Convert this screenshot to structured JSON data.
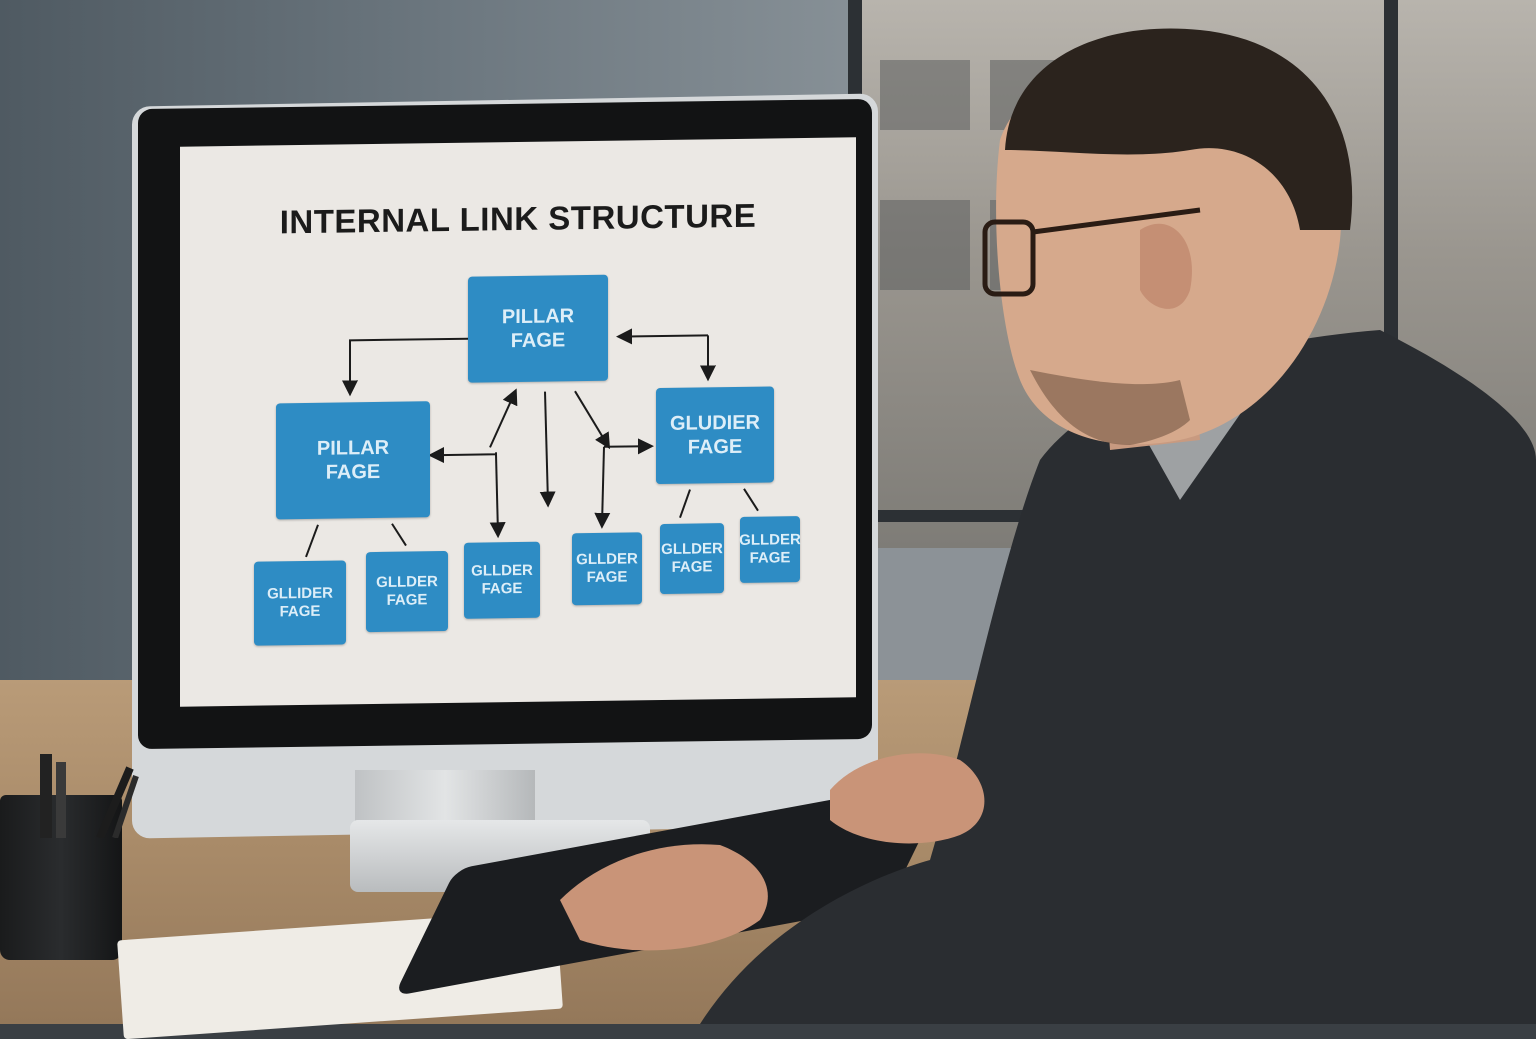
{
  "screen": {
    "title": "INTERNAL LINK STRUCTURE",
    "nodes": [
      {
        "id": "top-pillar",
        "line1": "PILLAR",
        "line2": "FAGE"
      },
      {
        "id": "left-pillar",
        "line1": "PILLAR",
        "line2": "FAGE"
      },
      {
        "id": "right-hub",
        "line1": "GLUDIER",
        "line2": "FAGE"
      },
      {
        "id": "child-1",
        "line1": "GLLIDER",
        "line2": "FAGE"
      },
      {
        "id": "child-2",
        "line1": "GLLDER",
        "line2": "FAGE"
      },
      {
        "id": "child-3",
        "line1": "GLLDER",
        "line2": "FAGE"
      },
      {
        "id": "child-4",
        "line1": "GLLDER",
        "line2": "FAGE"
      },
      {
        "id": "child-5",
        "line1": "GLLDER",
        "line2": "FAGE"
      },
      {
        "id": "child-6",
        "line1": "GLLDER",
        "line2": "FAGE"
      }
    ]
  },
  "colors": {
    "node_fill": "#2e8cc4",
    "node_text": "#ddeef8",
    "screen_bg": "#ebe8e4",
    "title_text": "#1b1b1b"
  }
}
